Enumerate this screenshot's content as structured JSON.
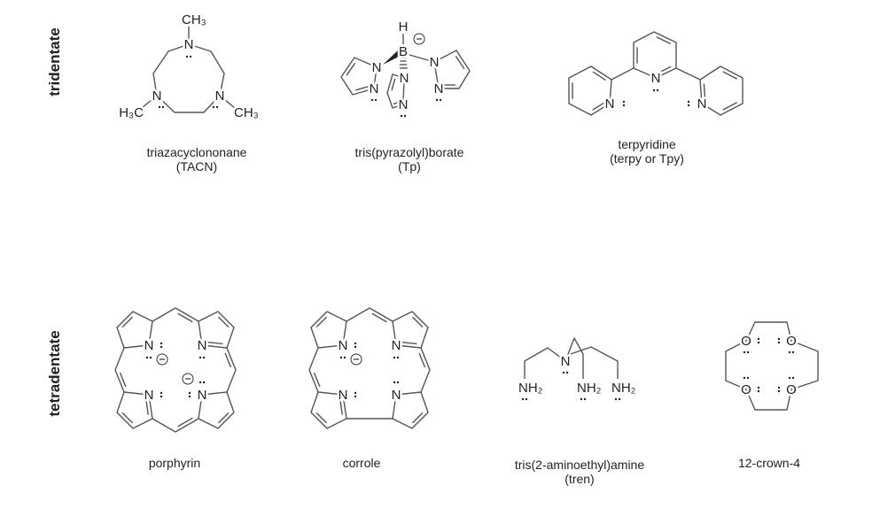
{
  "categories": {
    "tridentate": "tridentate",
    "tetradentate": "tetradentate"
  },
  "atoms": {
    "N": "N",
    "B": "B",
    "H": "H",
    "O": "O",
    "CH3": "CH₃",
    "H3C": "H₃C",
    "NH2": "NH₂"
  },
  "ligands": [
    {
      "name": "triazacyclononane",
      "abbr": "(TACN)"
    },
    {
      "name": "tris(pyrazolyl)borate",
      "abbr": "(Tp)"
    },
    {
      "name": "terpyridine",
      "abbr": "(terpy or Tpy)"
    },
    {
      "name": "porphyrin"
    },
    {
      "name": "corrole"
    },
    {
      "name": "tris(2-aminoethyl)amine",
      "abbr": "(tren)"
    },
    {
      "name": "12-crown-4"
    }
  ]
}
